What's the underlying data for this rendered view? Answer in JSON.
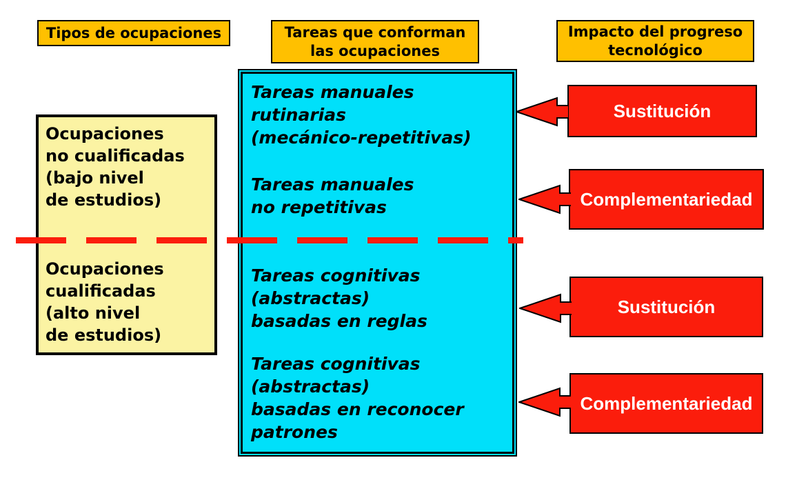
{
  "diagram": {
    "colors": {
      "header_bg": "#FFC000",
      "occupations_bg": "#FBF3A3",
      "tasks_bg": "#00E0FA",
      "impact_bg": "#FB1D0C",
      "impact_text": "#FFFFFF",
      "divider": "#FB1D0C",
      "border": "#000000"
    },
    "headers": {
      "types": "Tipos de ocupaciones",
      "tasks": "Tareas que conforman\nlas ocupaciones",
      "impact": "Impacto del progreso\ntecnológico"
    },
    "occupations": {
      "unskilled": "Ocupaciones\nno cualificadas\n(bajo nivel\nde estudios)",
      "skilled": "Ocupaciones\ncualificadas\n(alto nivel\nde estudios)"
    },
    "tasks": {
      "manual_routine": "Tareas manuales\nrutinarias\n(mecánico-repetitivas)",
      "manual_nonrepetitive": "Tareas manuales\nno repetitivas",
      "cognitive_rules": "Tareas cognitivas\n(abstractas)\nbasadas en reglas",
      "cognitive_patterns": "Tareas cognitivas\n(abstractas)\nbasadas en reconocer\npatrones"
    },
    "impacts": {
      "manual_routine": "Sustitución",
      "manual_nonrepetitive": "Complementariedad",
      "cognitive_rules": "Sustitución",
      "cognitive_patterns": "Complementariedad"
    }
  }
}
